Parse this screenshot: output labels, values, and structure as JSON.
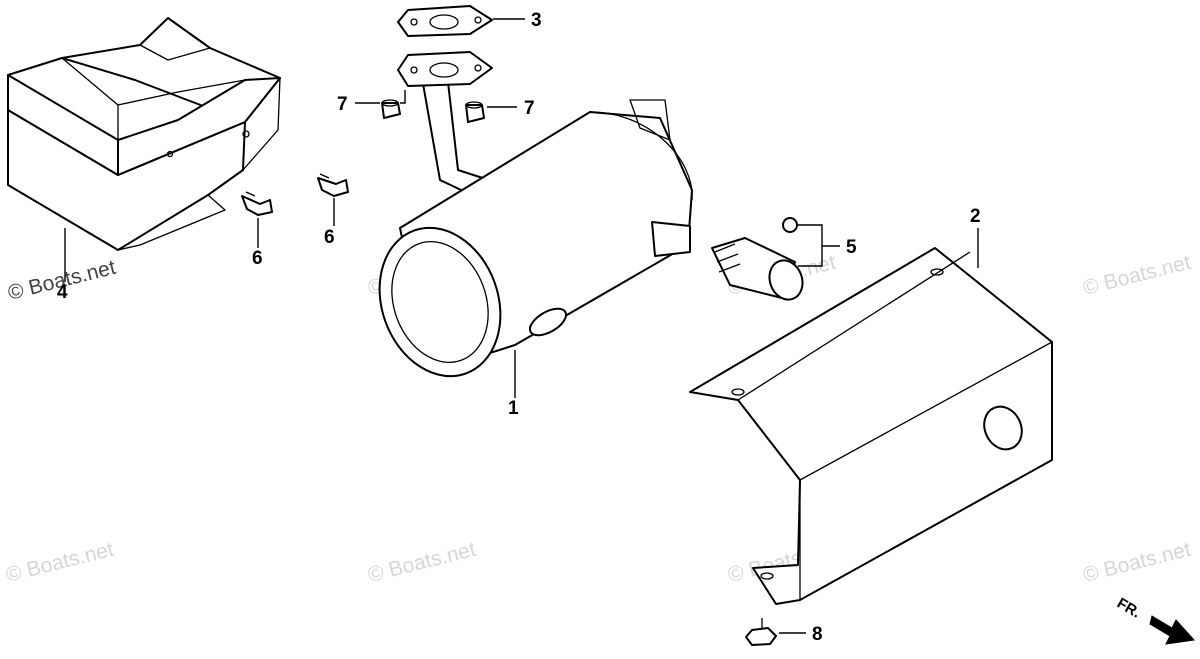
{
  "diagram": {
    "callouts": [
      {
        "id": "1",
        "label": "1"
      },
      {
        "id": "2",
        "label": "2"
      },
      {
        "id": "3",
        "label": "3"
      },
      {
        "id": "4",
        "label": "4"
      },
      {
        "id": "5",
        "label": "5"
      },
      {
        "id": "6a",
        "label": "6"
      },
      {
        "id": "6b",
        "label": "6"
      },
      {
        "id": "7a",
        "label": "7"
      },
      {
        "id": "7b",
        "label": "7"
      },
      {
        "id": "8",
        "label": "8"
      }
    ],
    "watermark": "© Boats.net",
    "direction_marker": "FR."
  }
}
